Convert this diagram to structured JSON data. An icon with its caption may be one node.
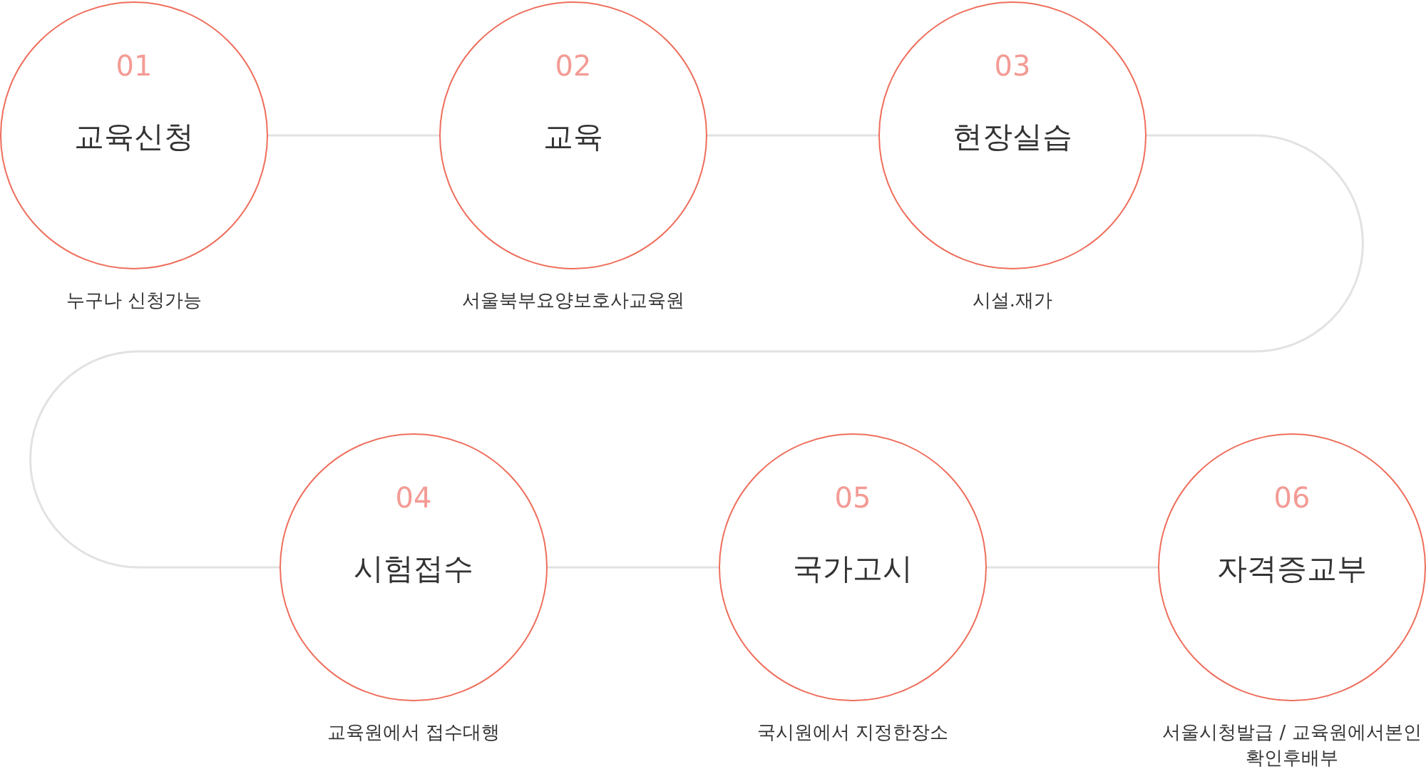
{
  "diagram": {
    "nodes": [
      {
        "text": [
          "01",
          "교육신청"
        ],
        "beside": [
          "누구나 신청가능"
        ]
      },
      {
        "text": [
          "02",
          "교육"
        ],
        "beside": [
          "서울북부요양보호사교육원"
        ]
      },
      {
        "text": [
          "03",
          "현장실습"
        ],
        "beside": [
          "시설.재가"
        ]
      },
      {
        "text": [
          "04",
          "시험접수"
        ],
        "beside": [
          "교육원에서 접수대행"
        ]
      },
      {
        "text": [
          "05",
          "국가고시"
        ],
        "beside": [
          "국시원에서 지정한장소"
        ]
      },
      {
        "text": [
          "06",
          "자격증교부"
        ],
        "beside": [
          "서울시청발급 / 교육원에서본인확인후배부"
        ]
      }
    ],
    "edges": [
      {
        "from": 0,
        "to": 1,
        "arrow": "none"
      },
      {
        "from": 1,
        "to": 2,
        "arrow": "none"
      },
      {
        "from": 2,
        "to": 3,
        "arrow": "none"
      },
      {
        "from": 3,
        "to": 4,
        "arrow": "none"
      },
      {
        "from": 4,
        "to": 5,
        "arrow": "none"
      }
    ]
  }
}
